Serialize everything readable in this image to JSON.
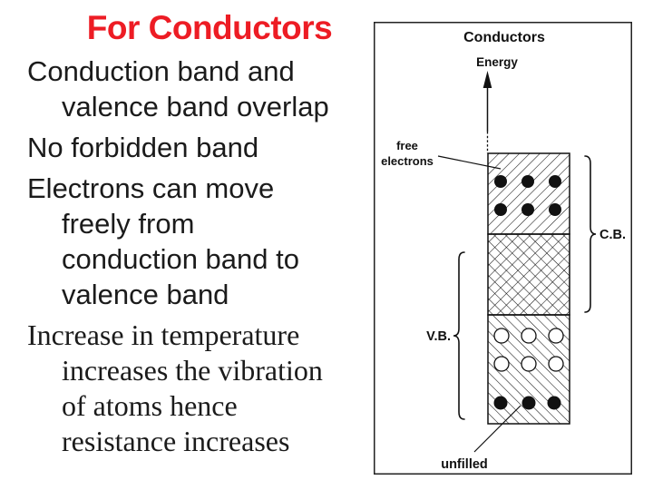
{
  "slide": {
    "title": "For Conductors",
    "bullets": [
      {
        "lines": [
          "Conduction band and",
          "valence band overlap"
        ]
      },
      {
        "lines": [
          "No forbidden band"
        ]
      },
      {
        "lines": [
          "Electrons can move",
          "freely from",
          "conduction band to",
          "valence band"
        ]
      },
      {
        "lines": [
          "Increase in temperature",
          "increases the vibration",
          "of atoms hence",
          "resistance increases"
        ]
      }
    ]
  },
  "diagram": {
    "title": "Conductors",
    "axis_label": "Energy",
    "free_electrons_label_line1": "free",
    "free_electrons_label_line2": "electrons",
    "cb_label": "C.B.",
    "vb_label": "V.B.",
    "unfilled_label": "unfilled",
    "bands": [
      {
        "region": "conduction band (C.B.)",
        "fill_pattern": "diagonal-hatch-up",
        "electrons": {
          "style": "filled",
          "rows": 2,
          "cols": 3
        }
      },
      {
        "region": "overlap of C.B. and V.B.",
        "fill_pattern": "cross-hatch"
      },
      {
        "region": "valence band (V.B.)",
        "fill_pattern": "diagonal-hatch-down",
        "electrons": {
          "style": "unfilled",
          "rows": 2,
          "cols": 3
        },
        "bottom_electrons": {
          "style": "filled",
          "rows": 1,
          "cols": 3
        }
      }
    ]
  },
  "colors": {
    "title_red": "#ed1c24",
    "text_black": "#1b1b1b",
    "line_black": "#111111",
    "background": "#ffffff"
  }
}
